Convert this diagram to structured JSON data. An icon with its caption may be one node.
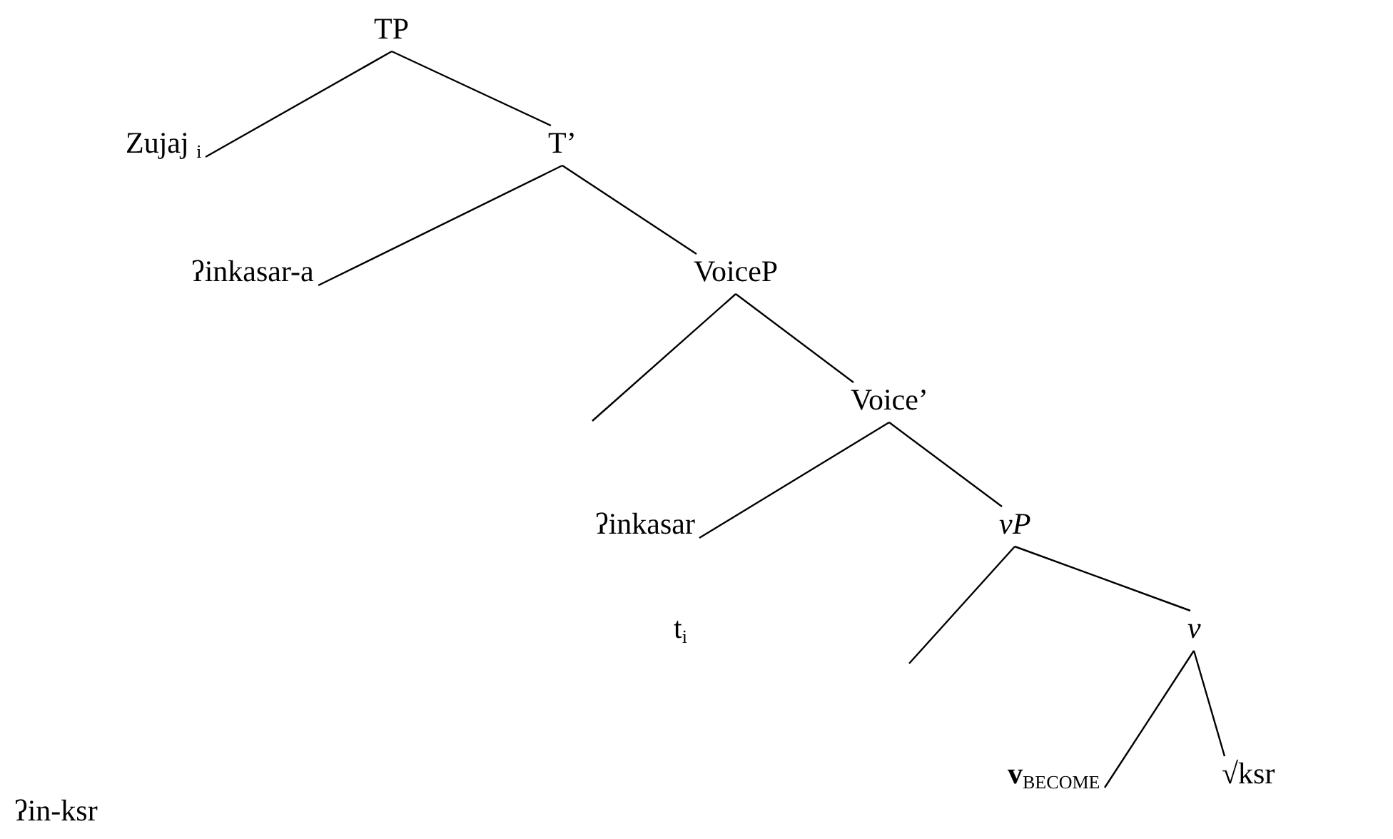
{
  "diagram": {
    "nodes": [
      {
        "text": [
          "TP"
        ]
      },
      {
        "text": [
          "Zujaj $_{i}$"
        ]
      },
      {
        "text": [
          "T’"
        ]
      },
      {
        "text": [
          "ʔinkasar-a"
        ]
      },
      {
        "text": [
          "VoiceP"
        ]
      },
      {
        "text": [
          "Voice’"
        ]
      },
      {
        "text": [
          "ʔinkasar"
        ]
      },
      {
        "text": [
          "vP"
        ]
      },
      {
        "text": [
          "v"
        ]
      },
      {
        "text": [
          "**v**$_{BECOME}$"
        ]
      },
      {
        "text": [
          "√ksr"
        ]
      }
    ],
    "edges": [
      {
        "from": 0,
        "to": 1,
        "arrow": "none"
      },
      {
        "from": 0,
        "to": 2,
        "arrow": "none"
      },
      {
        "from": 2,
        "to": 3,
        "arrow": "none"
      },
      {
        "from": 2,
        "to": 4,
        "arrow": "none"
      },
      {
        "from": 4,
        "to": null,
        "arrow": "none"
      },
      {
        "from": 4,
        "to": 5,
        "arrow": "none"
      },
      {
        "from": 5,
        "to": 6,
        "arrow": "none"
      },
      {
        "from": 5,
        "to": 7,
        "arrow": "none"
      },
      {
        "from": 7,
        "to": null,
        "arrow": "none"
      },
      {
        "from": 7,
        "to": 8,
        "arrow": "none"
      },
      {
        "from": 8,
        "to": 9,
        "arrow": "none"
      },
      {
        "from": 8,
        "to": 10,
        "arrow": "none"
      }
    ],
    "labels": [
      "t$_{i}$",
      "ʔin-ksr"
    ]
  }
}
